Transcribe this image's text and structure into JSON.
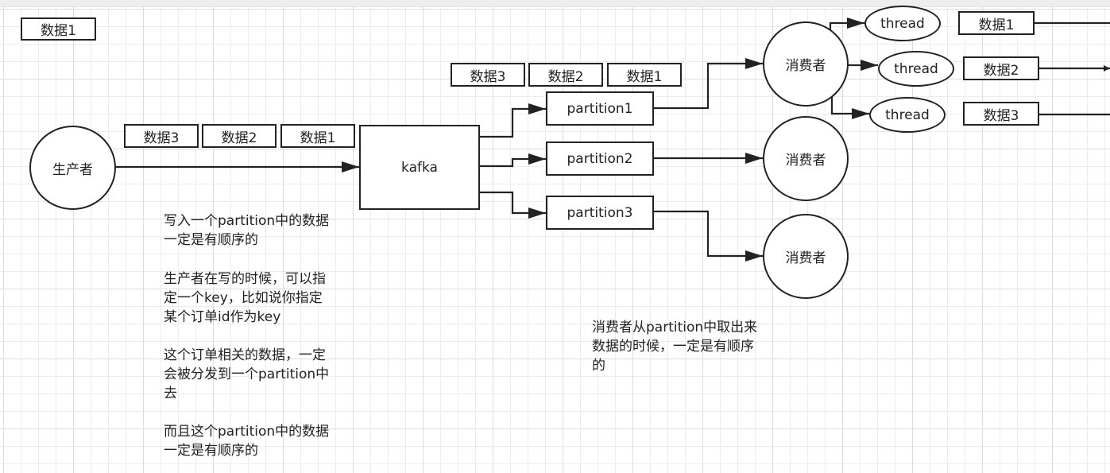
{
  "diagram": {
    "top_data_label": "数据1",
    "producer": {
      "label": "生产者"
    },
    "producer_queue": [
      "数据3",
      "数据2",
      "数据1"
    ],
    "broker": {
      "label": "kafka"
    },
    "partition_queue": [
      "数据3",
      "数据2",
      "数据1"
    ],
    "partitions": [
      {
        "label": "partition1"
      },
      {
        "label": "partition2"
      },
      {
        "label": "partition3"
      }
    ],
    "consumers": [
      {
        "label": "消费者"
      },
      {
        "label": "消费者"
      },
      {
        "label": "消费者"
      }
    ],
    "threads": [
      {
        "label": "thread",
        "data": "数据1"
      },
      {
        "label": "thread",
        "data": "数据2"
      },
      {
        "label": "thread",
        "data": "数据3"
      }
    ],
    "notes": {
      "producer_note": [
        "写入一个partition中的数据\n一定是有顺序的",
        "生产者在写的时候，可以指\n定一个key，比如说你指定\n某个订单id作为key",
        "这个订单相关的数据，一定\n会被分发到一个partition中\n去",
        "而且这个partition中的数据\n一定是有顺序的"
      ],
      "consumer_note": "消费者从partition中取出来\n数据的时候，一定是有顺序\n的"
    },
    "edges": [
      {
        "from": "生产者",
        "to": "kafka"
      },
      {
        "from": "kafka",
        "to": "partition1"
      },
      {
        "from": "kafka",
        "to": "partition2"
      },
      {
        "from": "kafka",
        "to": "partition3"
      },
      {
        "from": "partition1",
        "to": "消费者1"
      },
      {
        "from": "partition2",
        "to": "消费者2"
      },
      {
        "from": "partition3",
        "to": "消费者3"
      },
      {
        "from": "消费者1",
        "to": "thread1"
      },
      {
        "from": "消费者1",
        "to": "thread2"
      },
      {
        "from": "消费者1",
        "to": "thread3"
      }
    ]
  }
}
